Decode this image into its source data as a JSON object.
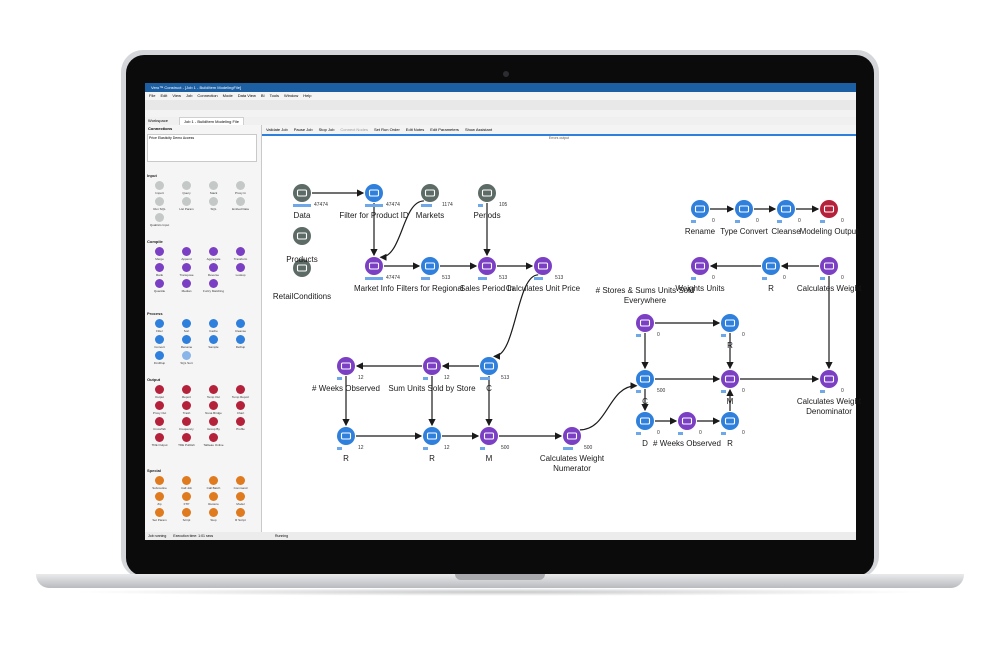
{
  "window": {
    "title": "Vero™ Construct - [Job 1 - BuildItem ModelingFile]",
    "menu": [
      "File",
      "Edit",
      "View",
      "Job",
      "Connection",
      "Mode",
      "Data View",
      "BI",
      "Tools",
      "Window",
      "Help"
    ]
  },
  "workspace": {
    "label": "Workspace",
    "tab": "Job 1 - BuildItem Modeling File"
  },
  "connections": {
    "header": "Connections",
    "item": "Price Elasticity Demo Access"
  },
  "palette": {
    "sections": [
      {
        "name": "Input",
        "items": [
          "Import",
          "Query",
          "Stack",
          "Proxy In",
          "Run SQL",
          "List Param",
          "SQL",
          "Embed Data",
          "Qualtrics Input"
        ]
      },
      {
        "name": "Compile",
        "items": [
          "Merge",
          "Append",
          "Aggregate",
          "Transform",
          "Rank",
          "Transpose",
          "Reverse",
          "Lookup",
          "Quantile",
          "Median",
          "Fuzzy Matching"
        ]
      },
      {
        "name": "Process",
        "items": [
          "Filter",
          "Sort",
          "Cache",
          "Cleanse",
          "Convert",
          "Rename",
          "Sample",
          "DeDup",
          "FindDup",
          "SQL Sort"
        ]
      },
      {
        "name": "Output",
        "items": [
          "Output",
          "Report",
          "Temp Out",
          "Temp Report",
          "Proxy Out",
          "Trash",
          "Nuna Bridge",
          "Chart",
          "CrossTab",
          "Frequency",
          "Group By",
          "Profile",
          "TDE Output",
          "TDE Publish",
          "Tableau Online"
        ]
      },
      {
        "name": "Special",
        "items": [
          "Subroutine",
          "Call Job",
          "Call Batch",
          "Command",
          "Zip",
          "FTP",
          "Restore",
          "Model",
          "Set Param",
          "Script",
          "Stop",
          "R Script"
        ]
      }
    ]
  },
  "canvas_toolbar": [
    "Validate Job",
    "Pause Job",
    "Stop Job",
    "Connect Nodes",
    "Set Run Order",
    "Edit Notes",
    "Edit Parameters",
    "Show Assistant"
  ],
  "canvas_tab": "Errors output",
  "nodes": [
    {
      "label": "Data",
      "count": "47474"
    },
    {
      "label": "Filter for Product ID",
      "count": "47474"
    },
    {
      "label": "Markets",
      "count": "1174"
    },
    {
      "label": "Periods",
      "count": "105"
    },
    {
      "label": "Products",
      "count": ""
    },
    {
      "label": "RetailConditions",
      "count": ""
    },
    {
      "label": "Market Info",
      "count": "47474"
    },
    {
      "label": "Filters for Regional",
      "count": "513"
    },
    {
      "label": "Sales Period In",
      "count": "513"
    },
    {
      "label": "Calculates Unit Price",
      "count": "513"
    },
    {
      "label": "Rename",
      "count": "0"
    },
    {
      "label": "Type Convert",
      "count": "0"
    },
    {
      "label": "Cleanse",
      "count": "0"
    },
    {
      "label": "Modeling Output",
      "count": "0"
    },
    {
      "label": "Weights Units",
      "count": "0"
    },
    {
      "label": "R",
      "count": "0"
    },
    {
      "label": "Calculates Weight",
      "count": "0"
    },
    {
      "label": "# Weeks Observed",
      "count": "12"
    },
    {
      "label": "Sum Units Sold by Store",
      "count": "12"
    },
    {
      "label": "C",
      "count": "513"
    },
    {
      "label": "R",
      "count": "12"
    },
    {
      "label": "R",
      "count": "12"
    },
    {
      "label": "M",
      "count": "500"
    },
    {
      "label": "Calculates Weight Numerator",
      "count": "500"
    },
    {
      "label": "# Stores & Sums Units Sold Everywhere",
      "count": "0"
    },
    {
      "label": "R",
      "count": "0"
    },
    {
      "label": "C",
      "count": "500"
    },
    {
      "label": "M",
      "count": "0"
    },
    {
      "label": "Calculates Weight Denominator",
      "count": "0"
    },
    {
      "label": "D",
      "count": "0"
    },
    {
      "label": "# Weeks Observed",
      "count": "0"
    },
    {
      "label": "R",
      "count": "0"
    }
  ],
  "status": {
    "left": "Job running",
    "middle": "Execution time: 1:01 secs",
    "right": "Running"
  },
  "colors": {
    "purple": "#7b3fc4",
    "blue": "#2f7fdc",
    "gray": "#5d6b66",
    "red": "#b5213a",
    "title": "#1d5fa3",
    "edge": "#1a1a1a"
  }
}
